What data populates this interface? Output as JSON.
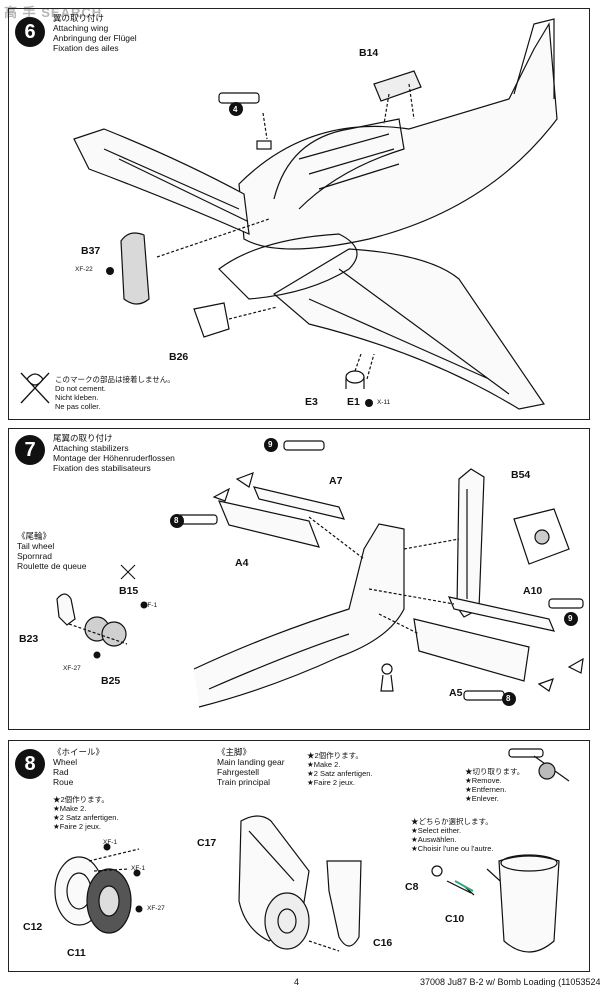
{
  "watermark": "高 手 SEARCH",
  "page_number": "4",
  "footer": "37008  Ju87 B-2 w/ Bomb Loading (11053524)",
  "step6": {
    "titles": [
      "翼の取り付け",
      "Attaching wing",
      "Anbringung der Flügel",
      "Fixation des ailes"
    ],
    "parts": {
      "B14": "B14",
      "B37": "B37",
      "B26": "B26",
      "E3": "E3",
      "E1": "E1"
    },
    "callouts": {
      "n4": "4",
      "xf22": "XF-22",
      "x11": "X-11"
    },
    "no_cement": [
      "このマークの部品は接着しません。",
      "Do not cement.",
      "Nicht kleben.",
      "Ne pas coller."
    ]
  },
  "step7": {
    "number": "7",
    "titles": [
      "尾翼の取り付け",
      "Attaching stabilizers",
      "Montage der Höhenruderflossen",
      "Fixation des stabilisateurs"
    ],
    "parts": {
      "A7": "A7",
      "B54": "B54",
      "A4": "A4",
      "A10": "A10",
      "A5": "A5",
      "B15": "B15",
      "B23": "B23",
      "B25": "B25"
    },
    "callouts": {
      "n9a": "9",
      "n8a": "8",
      "n9b": "9",
      "n8b": "8",
      "xf1": "XF-1",
      "xf27": "XF-27"
    },
    "tailwheel": [
      "《尾輪》",
      "Tail wheel",
      "Spornrad",
      "Roulette de queue"
    ]
  },
  "step8": {
    "number": "8",
    "titles": [
      "《ホイール》",
      "Wheel",
      "Rad",
      "Roue"
    ],
    "make2_a": [
      "★2個作ります。",
      "★Make 2.",
      "★2 Satz anfertigen.",
      "★Faire 2 jeux."
    ],
    "main_gear": [
      "《主脚》",
      "Main landing gear",
      "Fahrgestell",
      "Train principal"
    ],
    "make2_b": [
      "★2個作ります。",
      "★Make 2.",
      "★2 Satz anfertigen.",
      "★Faire 2 jeux."
    ],
    "remove": [
      "★切り取ります。",
      "★Remove.",
      "★Entfernen.",
      "★Enlever."
    ],
    "select": [
      "★どちらか選択します。",
      "★Select either.",
      "★Auswählen.",
      "★Choisir l'une ou l'autre."
    ],
    "parts": {
      "C12": "C12",
      "C11": "C11",
      "C17": "C17",
      "C16": "C16",
      "C8": "C8",
      "C10": "C10"
    },
    "callouts": {
      "xf1a": "XF-1",
      "xf1b": "XF-1",
      "xf27": "XF-27"
    }
  },
  "colors": {
    "ink": "#111111",
    "paper": "#ffffff",
    "screen": "#d9d9d9"
  }
}
